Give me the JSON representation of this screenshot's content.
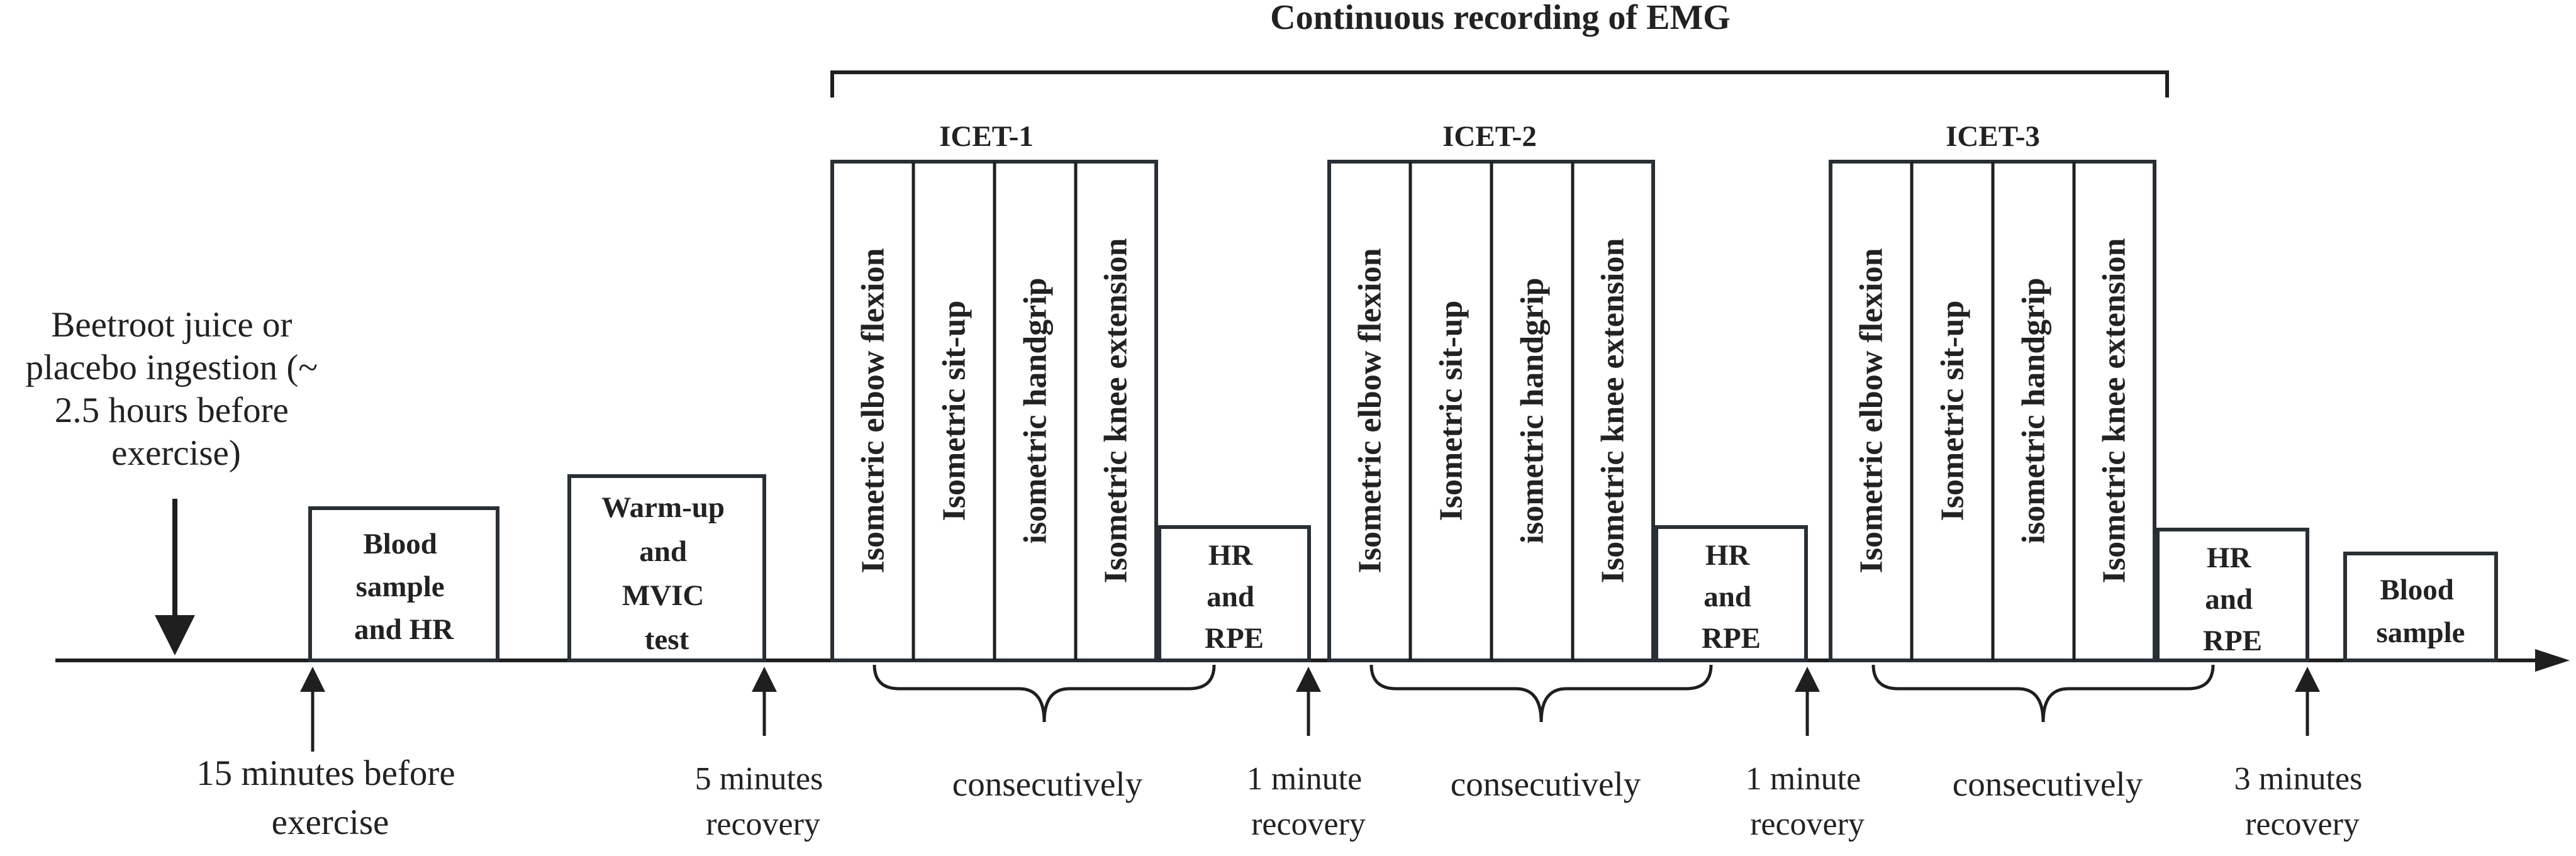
{
  "title": "Continuous recording of EMG",
  "intake": {
    "lines": [
      "Beetroot juice or",
      "placebo ingestion (~",
      "2.5 hours before",
      "exercise)"
    ]
  },
  "boxes": {
    "blood_hr": [
      "Blood",
      "sample",
      "and HR"
    ],
    "warmup": [
      "Warm-up",
      "and",
      "MVIC",
      "test"
    ],
    "blood_final": [
      "Blood",
      "sample"
    ]
  },
  "icets": [
    {
      "label": "ICET-1",
      "exercises": [
        "Isometric elbow flexion",
        "Isometric sit-up",
        "isometric handgrip",
        "Isometric knee extension"
      ],
      "hr_rpe": [
        "HR",
        "and",
        "RPE"
      ],
      "brace_label": "consecutively",
      "recovery": [
        "1 minute",
        "recovery"
      ]
    },
    {
      "label": "ICET-2",
      "exercises": [
        "Isometric elbow flexion",
        "Isometric sit-up",
        "isometric handgrip",
        "Isometric knee extension"
      ],
      "hr_rpe": [
        "HR",
        "and",
        "RPE"
      ],
      "brace_label": "consecutively",
      "recovery": [
        "1 minute",
        "recovery"
      ]
    },
    {
      "label": "ICET-3",
      "exercises": [
        "Isometric elbow flexion",
        "Isometric sit-up",
        "isometric handgrip",
        "Isometric knee extension"
      ],
      "hr_rpe": [
        "HR",
        "and",
        "RPE"
      ],
      "brace_label": "consecutively",
      "recovery": [
        "3 minutes",
        "recovery"
      ]
    }
  ],
  "time_labels": {
    "pre": [
      "15 minutes before",
      "exercise"
    ],
    "warmup_recovery": [
      "5 minutes",
      "recovery"
    ]
  }
}
